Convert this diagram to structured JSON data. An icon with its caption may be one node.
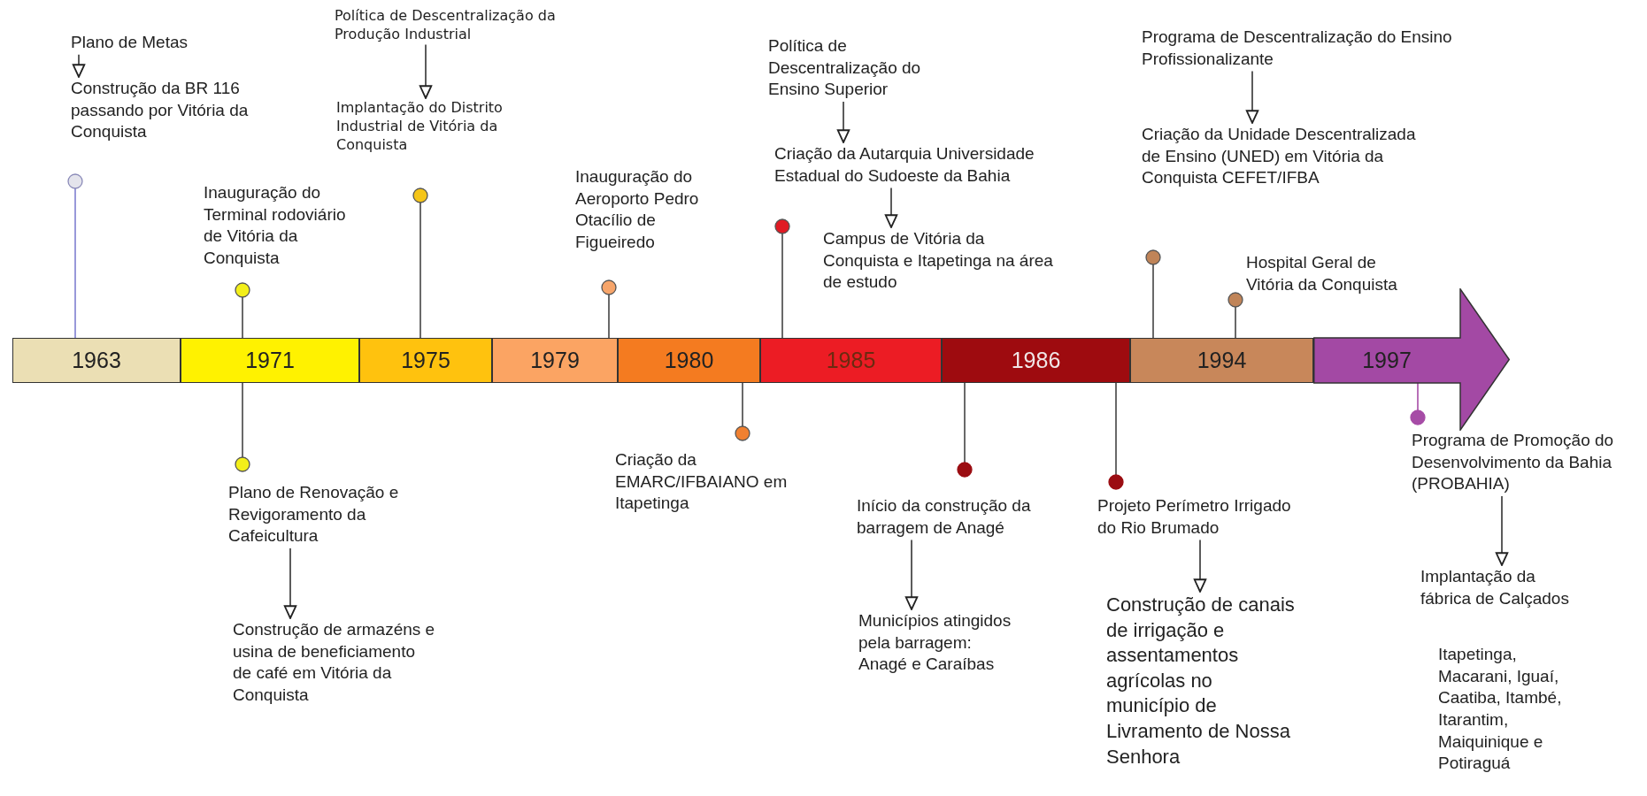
{
  "diagram": {
    "nodes": [
      {
        "text": [
          "1963"
        ]
      },
      {
        "text": [
          "1971"
        ]
      },
      {
        "text": [
          "1975"
        ]
      },
      {
        "text": [
          "1979"
        ]
      },
      {
        "text": [
          "1980"
        ]
      },
      {
        "text": [
          "1985"
        ]
      },
      {
        "text": [
          "1986"
        ]
      },
      {
        "text": [
          "1994"
        ]
      },
      {
        "text": [
          "1997"
        ]
      },
      {
        "text": [],
        "shape": "circle"
      },
      {
        "text": [],
        "shape": "circle"
      },
      {
        "text": [],
        "shape": "circle"
      },
      {
        "text": [],
        "shape": "circle"
      },
      {
        "text": [],
        "shape": "circle"
      },
      {
        "text": [],
        "shape": "circle"
      },
      {
        "text": [],
        "shape": "circle"
      },
      {
        "text": [],
        "shape": "circle"
      },
      {
        "text": [],
        "shape": "circle"
      },
      {
        "text": [],
        "shape": "circle"
      },
      {
        "text": [],
        "shape": "circle"
      },
      {
        "text": [],
        "shape": "circle"
      },
      {
        "text": [
          "Plano de Metas"
        ]
      },
      {
        "text": [
          "Construção da BR 116 passando por Vitória da Conquista"
        ]
      },
      {
        "text": [
          "Política de Descentralização da Produção Industrial"
        ]
      },
      {
        "text": [
          "Implantação do Distrito Industrial de Vitória da Conquista"
        ]
      },
      {
        "text": [
          "Política de Descentralização do Ensino Superior"
        ]
      },
      {
        "text": [
          "Criação da Autarquia Universidade Estadual do Sudoeste da Bahia"
        ]
      },
      {
        "text": [
          "Campus de Vitória da Conquista e Itapetinga na área de estudo"
        ]
      },
      {
        "text": [
          "Programa de Descentralização do Ensino Profissionalizante"
        ]
      },
      {
        "text": [
          "Criação da Unidade Descentralizada de Ensino (UNED) em Vitória da Conquista CEFET/IFBA"
        ]
      },
      {
        "text": [
          "Plano de Renovação e Revigoramento da Cafeicultura"
        ]
      },
      {
        "text": [
          "Construção de armazéns e usina de beneficiamento de café em Vitória da Conquista"
        ]
      },
      {
        "text": [
          "Início da construção da barragem de Anagé"
        ]
      },
      {
        "text": [
          "Municípios atingidos pela barragem: Anagé e Caraíbas"
        ]
      },
      {
        "text": [
          "Projeto Perímetro Irrigado do Rio Brumado"
        ]
      },
      {
        "text": [
          "Construção de canais de irrigação e assentamentos agrícolas no município de Livramento de Nossa Senhora"
        ]
      },
      {
        "text": [
          "Programa de Promoção do Desenvolvimento da Bahia (PROBAHIA)"
        ]
      },
      {
        "text": [
          "Implantação da fábrica de Calçados"
        ]
      }
    ],
    "edges": [
      {
        "from": 9,
        "to": 0,
        "arrow": "none",
        "color": "#7f7fd0"
      },
      {
        "from": 10,
        "to": 1,
        "arrow": "none"
      },
      {
        "from": 11,
        "to": 2,
        "arrow": "none"
      },
      {
        "from": 12,
        "to": 3,
        "arrow": "none"
      },
      {
        "from": 13,
        "to": 5,
        "arrow": "none"
      },
      {
        "from": 14,
        "to": 7,
        "arrow": "none"
      },
      {
        "from": 15,
        "to": 7,
        "arrow": "none"
      },
      {
        "from": 16,
        "to": 1,
        "arrow": "none"
      },
      {
        "from": 17,
        "to": 4,
        "arrow": "none"
      },
      {
        "from": 18,
        "to": 6,
        "arrow": "none"
      },
      {
        "from": 19,
        "to": 6,
        "arrow": "none"
      },
      {
        "from": 20,
        "to": 8,
        "arrow": "none",
        "color": "#a64ca6"
      },
      {
        "from": 21,
        "to": 22,
        "arrow": "to"
      },
      {
        "from": 23,
        "to": 24,
        "arrow": "to"
      },
      {
        "from": 25,
        "to": 26,
        "arrow": "to"
      },
      {
        "from": 26,
        "to": 27,
        "arrow": "to"
      },
      {
        "from": 28,
        "to": 29,
        "arrow": "to"
      },
      {
        "from": 30,
        "to": 31,
        "arrow": "to"
      },
      {
        "from": 32,
        "to": 33,
        "arrow": "to"
      },
      {
        "from": 34,
        "to": 35,
        "arrow": "to"
      },
      {
        "from": 36,
        "to": 37,
        "arrow": "to"
      }
    ],
    "labels": [
      "Inauguração do Terminal rodoviário de Vitória da Conquista",
      "Inauguração do Aeroporto Pedro Otacílio de Figueiredo",
      "Hospital Geral de Vitória da Conquista",
      "Criação da EMARC/IFBAIANO em Itapetinga",
      "Itapetinga, Macarani, Iguaí, Caatiba, Itambé, Itarantim, Maiquinique e Potiraguá"
    ]
  }
}
